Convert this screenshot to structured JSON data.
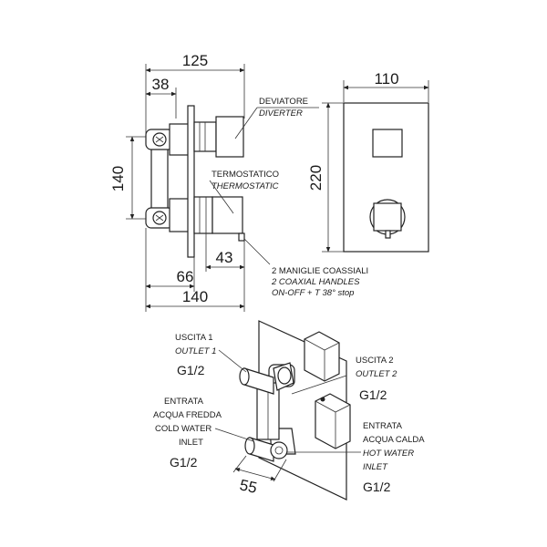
{
  "side_view": {
    "dim_overall_depth": "125",
    "dim_front_depth": "38",
    "dim_height": "140",
    "dim_handle": "43",
    "dim_inlet": "66",
    "dim_bottom": "140",
    "label_diverter_it": "DEVIATORE",
    "label_diverter_en": "DIVERTER",
    "label_thermo_it": "TERMOSTATICO",
    "label_thermo_en": "THERMOSTATIC",
    "label_handles_it": "2 MANIGLIE COASSIALI",
    "label_handles_en": "2 COAXIAL HANDLES",
    "label_handles_stop": "ON-OFF + T 38° stop"
  },
  "front_view": {
    "dim_width": "110",
    "dim_height": "220"
  },
  "iso_view": {
    "outlet1_it": "USCITA 1",
    "outlet1_en": "OUTLET 1",
    "outlet1_size": "G1/2",
    "outlet2_it": "USCITA 2",
    "outlet2_en": "OUTLET 2",
    "outlet2_size": "G1/2",
    "cold_it_1": "ENTRATA",
    "cold_it_2": "ACQUA FREDDA",
    "cold_en_1": "COLD WATER",
    "cold_en_2": "INLET",
    "cold_size": "G1/2",
    "hot_it_1": "ENTRATA",
    "hot_it_2": "ACQUA CALDA",
    "hot_en_1": "HOT WATER",
    "hot_en_2": "INLET",
    "hot_size": "G1/2",
    "dim_spacing": "55"
  }
}
